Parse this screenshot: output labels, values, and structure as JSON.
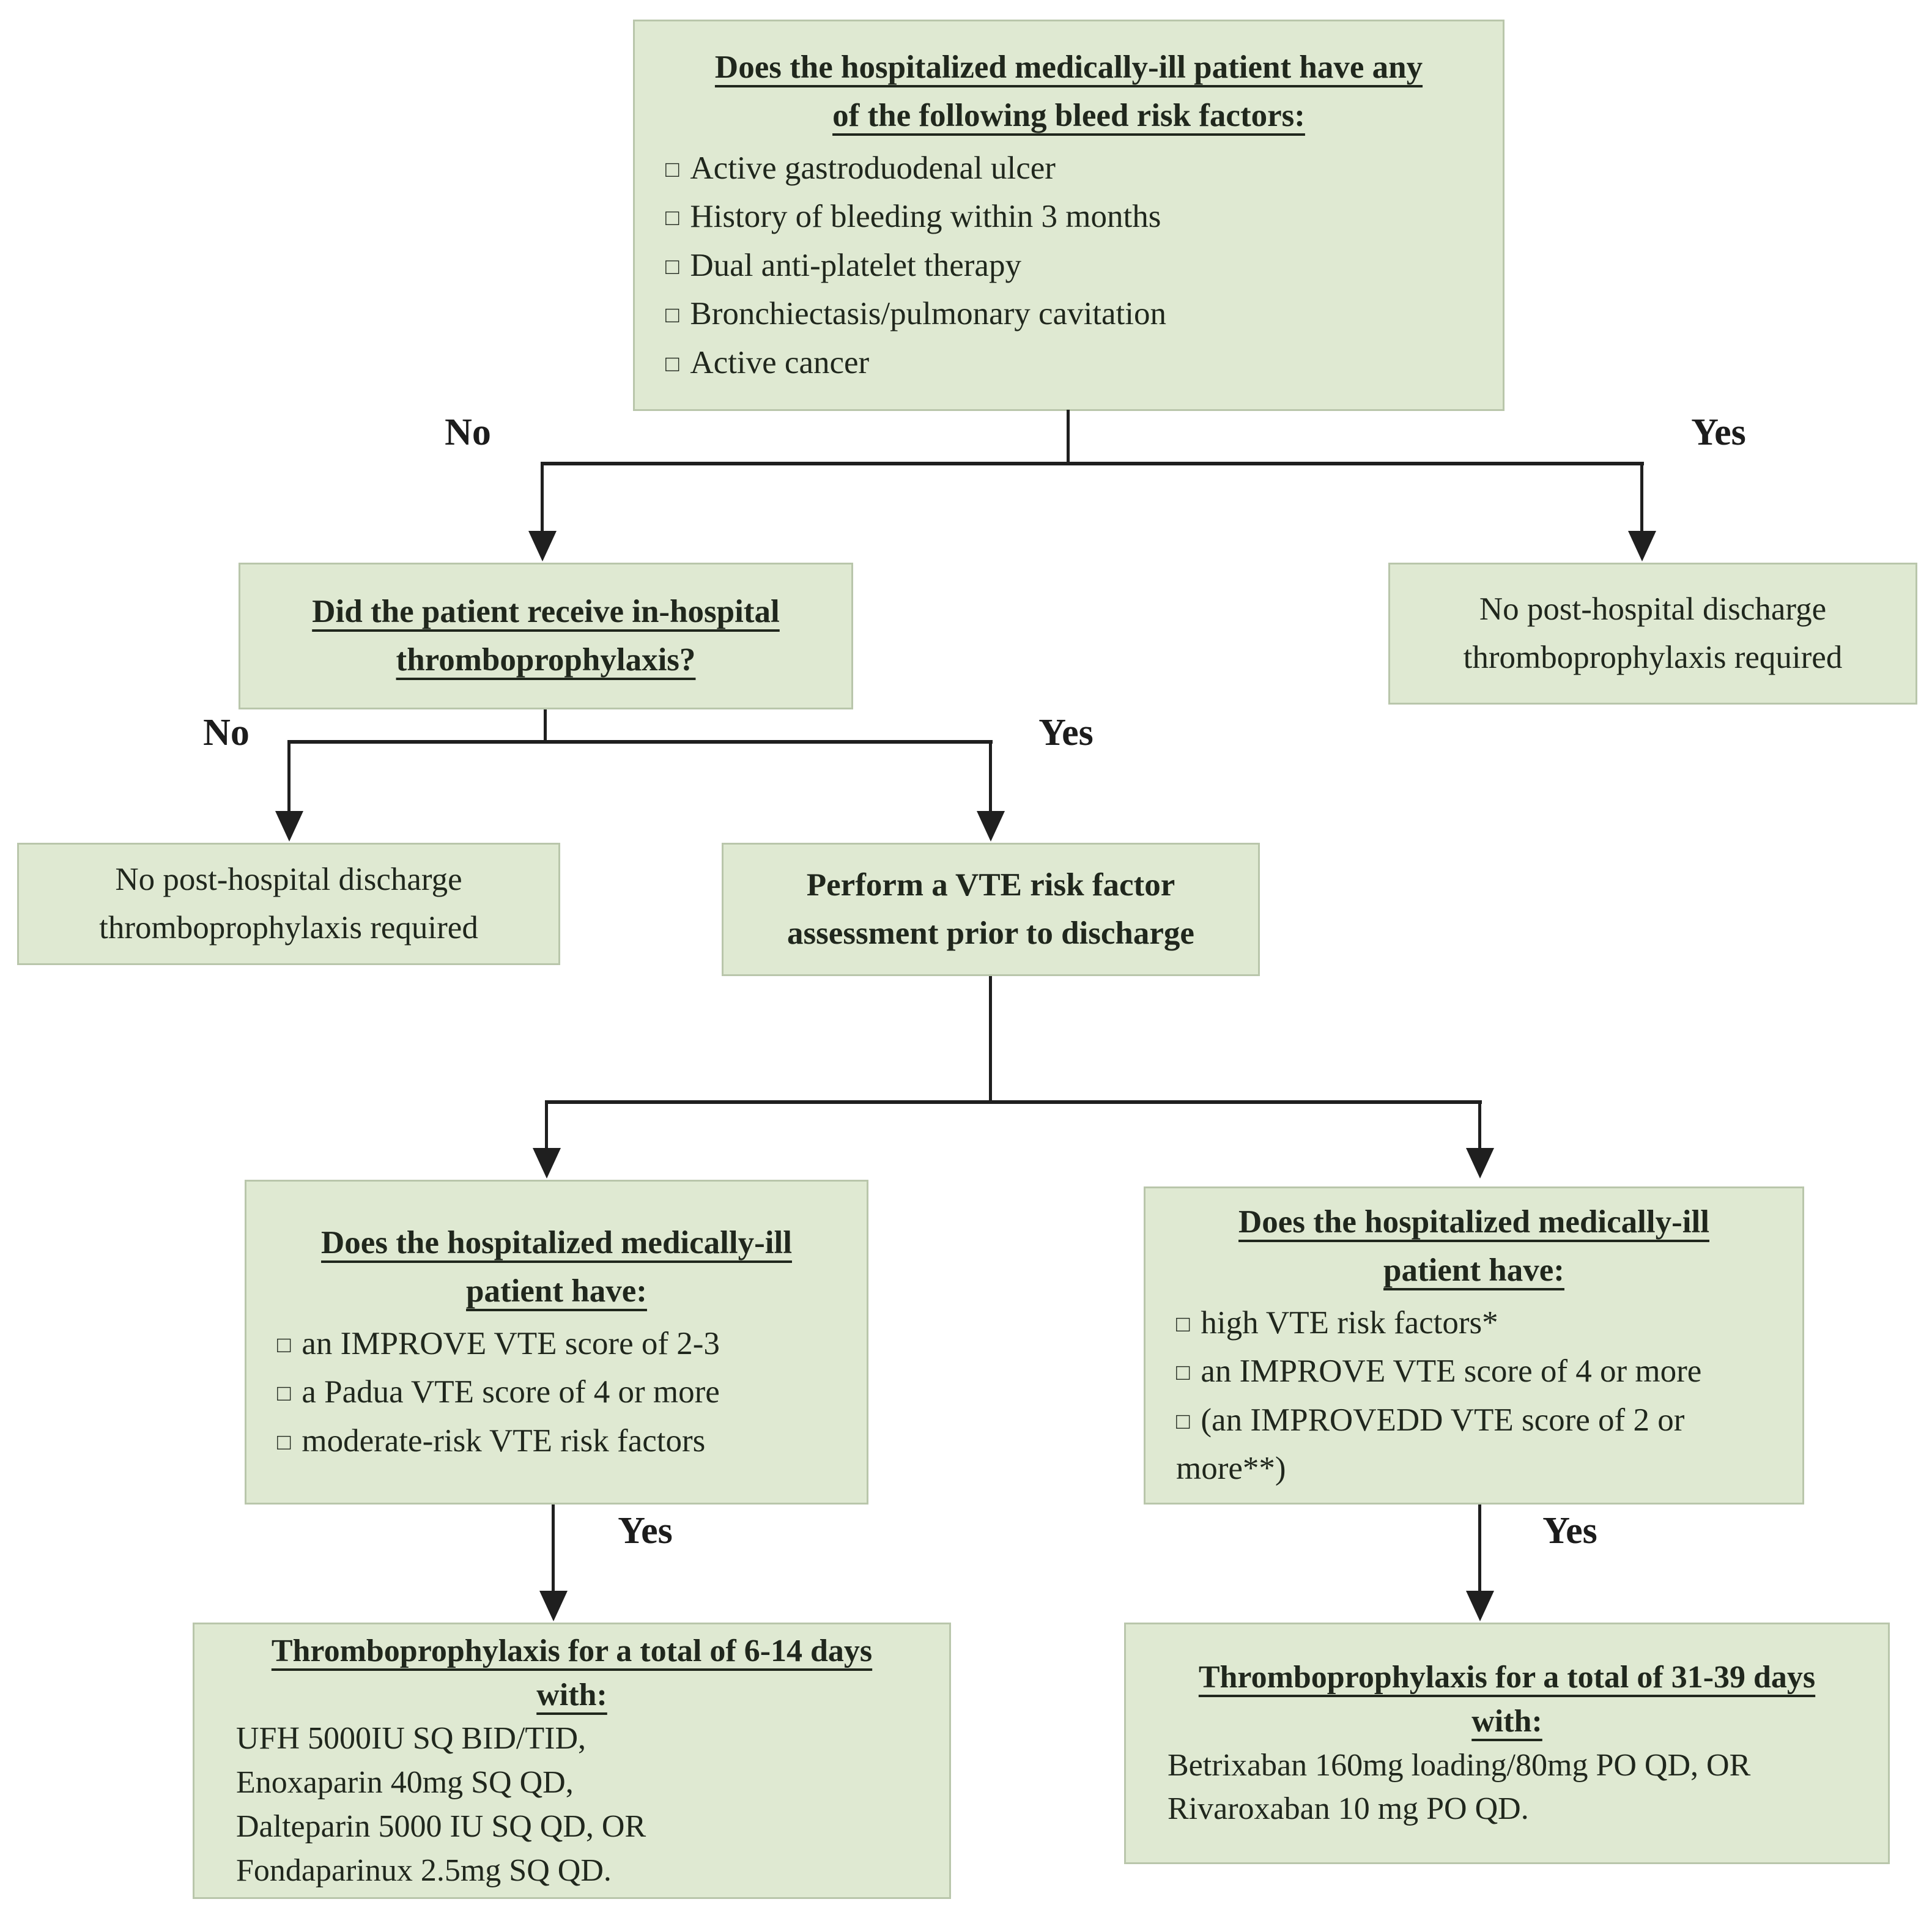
{
  "colors": {
    "background": "#ffffff",
    "box_fill": "#dfe9d2",
    "box_border": "#b9c6ab",
    "text": "#20271d",
    "line": "#1f1f1f"
  },
  "glyphs": {
    "checkbox": "□"
  },
  "edge_labels": {
    "no": "No",
    "yes": "Yes"
  },
  "nodes": {
    "bleed_risk": {
      "title_lines": [
        "Does the hospitalized medically-ill patient have any",
        "of the following bleed risk factors:"
      ],
      "items": [
        "Active gastroduodenal ulcer",
        "History of bleeding within 3 months",
        "Dual anti-platelet therapy",
        "Bronchiectasis/pulmonary cavitation",
        "Active cancer"
      ]
    },
    "in_hospital_q": {
      "title_lines": [
        "Did the patient receive in-hospital",
        "thromboprophylaxis?"
      ]
    },
    "no_discharge_right": {
      "lines": [
        "No post-hospital discharge",
        "thromboprophylaxis required"
      ]
    },
    "no_discharge_left": {
      "lines": [
        "No post-hospital discharge",
        "thromboprophylaxis required"
      ]
    },
    "perform_assessment": {
      "title_lines": [
        "Perform a VTE risk factor",
        "assessment prior to discharge"
      ]
    },
    "moderate_decision": {
      "title_lines": [
        "Does the hospitalized medically-ill",
        "patient have:"
      ],
      "items": [
        "an IMPROVE VTE score of 2-3",
        "a Padua VTE score of 4 or more",
        "moderate-risk VTE risk factors"
      ]
    },
    "high_decision": {
      "title_lines": [
        "Does the hospitalized medically-ill",
        "patient have:"
      ],
      "items": [
        "high VTE risk factors*",
        "an IMPROVE VTE score of 4 or more",
        "(an IMPROVEDD VTE score of 2 or more**)"
      ]
    },
    "treatment_short": {
      "title_lines": [
        "Thromboprophylaxis for a total of 6-14 days",
        "with:"
      ],
      "body_lines": [
        "UFH 5000IU SQ BID/TID,",
        "Enoxaparin 40mg SQ QD,",
        "Dalteparin 5000 IU SQ QD, OR",
        "Fondaparinux 2.5mg SQ QD."
      ]
    },
    "treatment_extended": {
      "title_lines": [
        "Thromboprophylaxis for a total of 31-39 days",
        "with:"
      ],
      "body_lines": [
        "Betrixaban 160mg loading/80mg PO QD, OR",
        "Rivaroxaban 10 mg PO QD."
      ]
    }
  }
}
